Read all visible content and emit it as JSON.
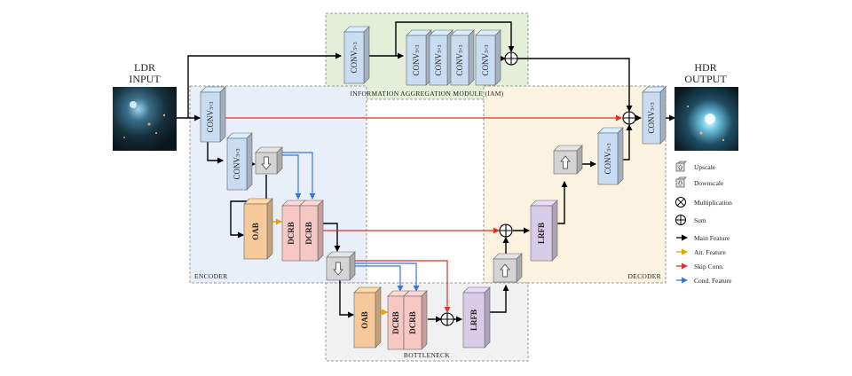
{
  "input_label": [
    "LDR",
    "INPUT"
  ],
  "output_label": [
    "HDR",
    "OUTPUT"
  ],
  "regions": {
    "iam": "INFORMATION AGGREGATION MODULE (IAM)",
    "encoder": "ENCODER",
    "decoder": "DECODER",
    "bottleneck": "BOTTLENECK"
  },
  "blocks": {
    "conv_main": "CONV",
    "conv_sub": "3×3",
    "oab": "OAB",
    "dcrb": "DCRB",
    "lrfb": "LRFB"
  },
  "legend": [
    {
      "icon": "upscale-icon",
      "label": "Upscale"
    },
    {
      "icon": "downscale-icon",
      "label": "Downscale"
    },
    {
      "icon": "multiplication-icon",
      "label": "Multiplication"
    },
    {
      "icon": "sum-icon",
      "label": "Sum"
    },
    {
      "icon": "main-arrow-icon",
      "label": "Main Feature",
      "color": "#000000"
    },
    {
      "icon": "att-arrow-icon",
      "label": "Att. Feature",
      "color": "#e8a000"
    },
    {
      "icon": "skip-arrow-icon",
      "label": "Skip Conn.",
      "color": "#e0302a"
    },
    {
      "icon": "cond-arrow-icon",
      "label": "Cond. Feature",
      "color": "#3a78d8"
    }
  ],
  "colors": {
    "iam_bg": "#e3efd9",
    "encoder_bg": "#e9eff8",
    "decoder_bg": "#fbf3df",
    "bottleneck_bg": "#f1f1f1",
    "conv_fill": "#c9dcf2",
    "oab_fill": "#f6c99a",
    "dcrb_fill": "#f7c7c4",
    "lrfb_fill": "#d9cce8",
    "scale_fill": "#d4d4d4"
  }
}
